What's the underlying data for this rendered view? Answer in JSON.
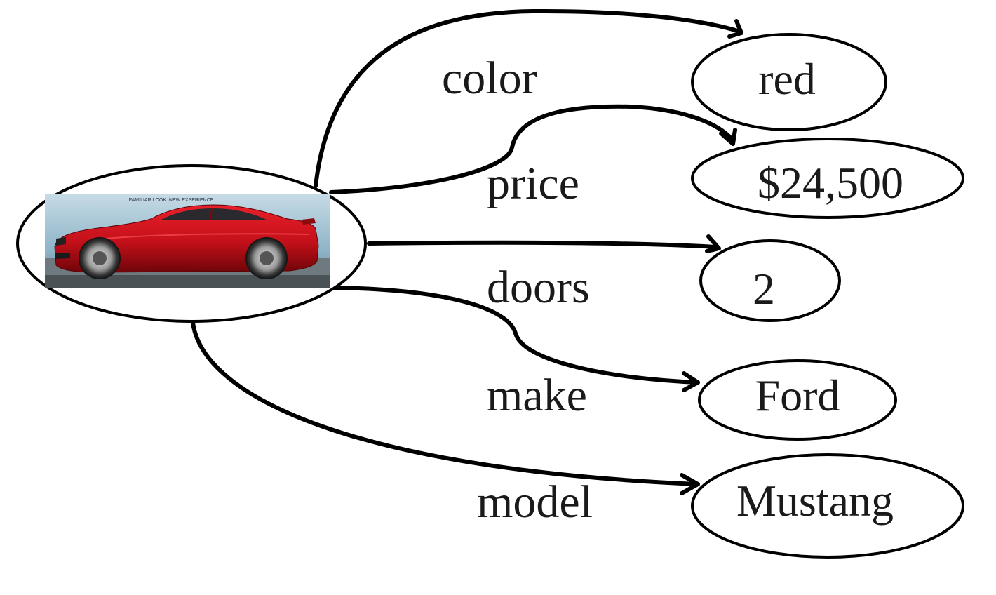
{
  "diagram": {
    "center_node": {
      "image": "red-sports-car",
      "caption": "FAMILIAR LOOK. NEW EXPERIENCE."
    },
    "relations": [
      {
        "label": "color",
        "value": "red"
      },
      {
        "label": "price",
        "value": "$24,500"
      },
      {
        "label": "doors",
        "value": "2"
      },
      {
        "label": "make",
        "value": "Ford"
      },
      {
        "label": "model",
        "value": "Mustang"
      }
    ]
  }
}
